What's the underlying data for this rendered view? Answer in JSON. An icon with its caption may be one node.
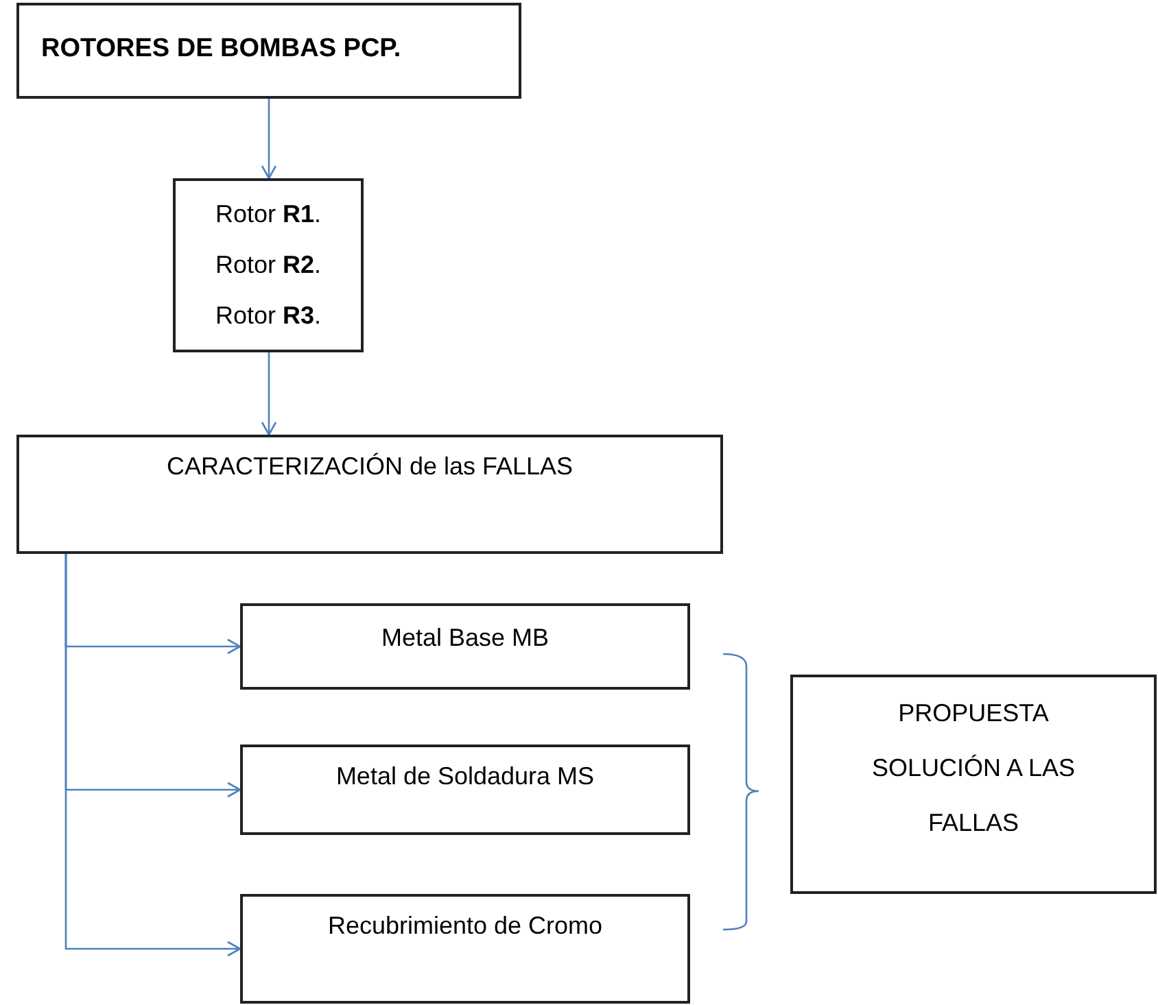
{
  "diagram": {
    "nodes": [
      {
        "text": [
          "ROTORES DE BOMBAS PCP."
        ]
      },
      {
        "text": [
          "Rotor **R1**.",
          "Rotor **R2**.",
          "Rotor **R3**."
        ]
      },
      {
        "text": [
          "CARACTERIZACIÓN de las FALLAS"
        ]
      },
      {
        "text": [
          "Metal Base MB"
        ]
      },
      {
        "text": [
          "Metal de Soldadura MS"
        ]
      },
      {
        "text": [
          "Recubrimiento de Cromo"
        ]
      },
      {
        "text": [
          "PROPUESTA SOLUCIÓN A LAS FALLAS"
        ]
      }
    ],
    "edges": [
      {
        "from": 0,
        "to": 1,
        "arrow": "to"
      },
      {
        "from": 1,
        "to": 2,
        "arrow": "to"
      },
      {
        "from": 2,
        "to": 3,
        "arrow": "to"
      },
      {
        "from": 2,
        "to": 4,
        "arrow": "to"
      },
      {
        "from": 2,
        "to": 5,
        "arrow": "to"
      }
    ]
  }
}
